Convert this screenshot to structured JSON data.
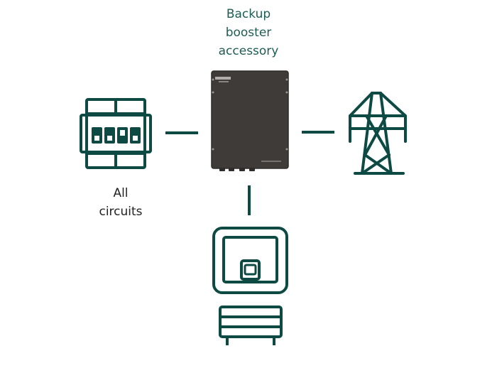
{
  "colors": {
    "accent": "#0d4a43",
    "device_body": "#3e3b38",
    "device_edge": "#2f2c2a",
    "label_booster": "#1e5c54",
    "label_circuits": "#222222",
    "background": "#ffffff"
  },
  "labels": {
    "booster": [
      "Backup",
      "booster",
      "accessory"
    ],
    "circuits": [
      "All",
      "circuits"
    ]
  },
  "icons": {
    "panel": "circuit-breaker-panel-icon",
    "device": "backup-booster-device",
    "tower": "power-tower-icon",
    "inverter": "inverter-icon",
    "battery": "battery-icon"
  }
}
